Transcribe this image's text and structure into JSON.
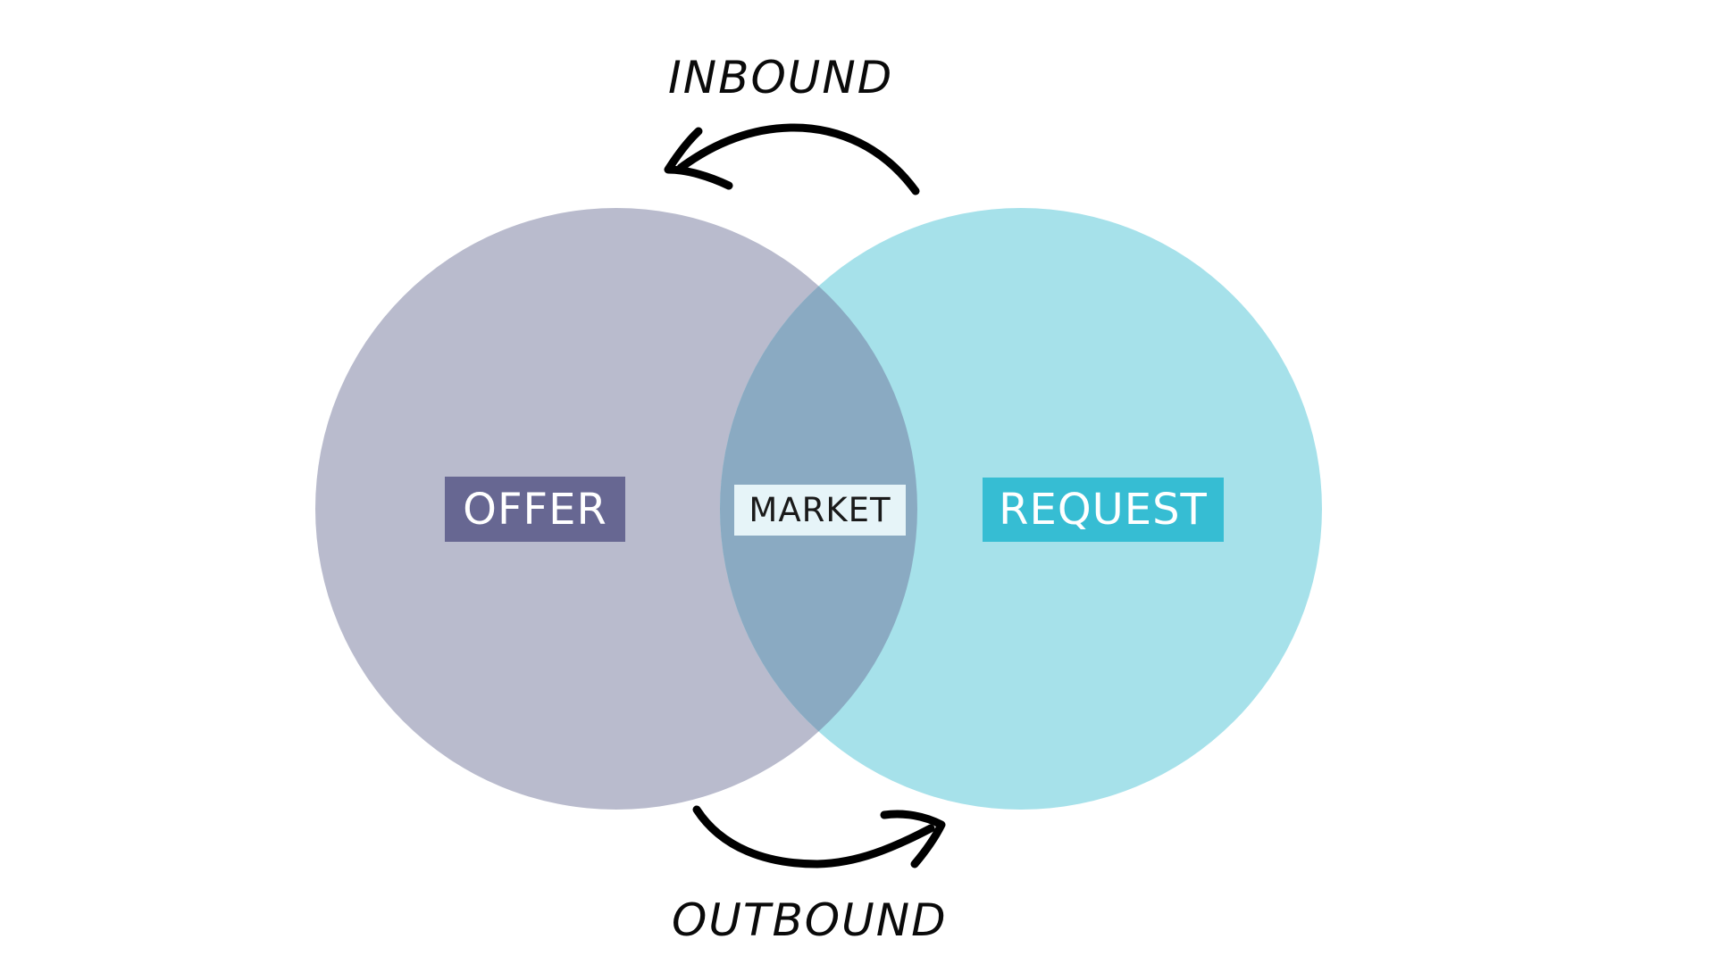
{
  "diagram": {
    "type": "venn",
    "sets": [
      {
        "key": "offer",
        "label": "OFFER",
        "circle_color": "#b9bbcd",
        "label_bg": "#676792"
      },
      {
        "key": "request",
        "label": "REQUEST",
        "circle_color": "#a6e1ea",
        "label_bg": "#36bdd3"
      }
    ],
    "intersection": {
      "label": "MARKET",
      "color": "#8aaac2",
      "label_bg": "#e6f4f8"
    },
    "flows": [
      {
        "key": "inbound",
        "label": "INBOUND",
        "direction": "request-to-offer"
      },
      {
        "key": "outbound",
        "label": "OUTBOUND",
        "direction": "offer-to-request"
      }
    ],
    "arrow_color": "#000000"
  }
}
